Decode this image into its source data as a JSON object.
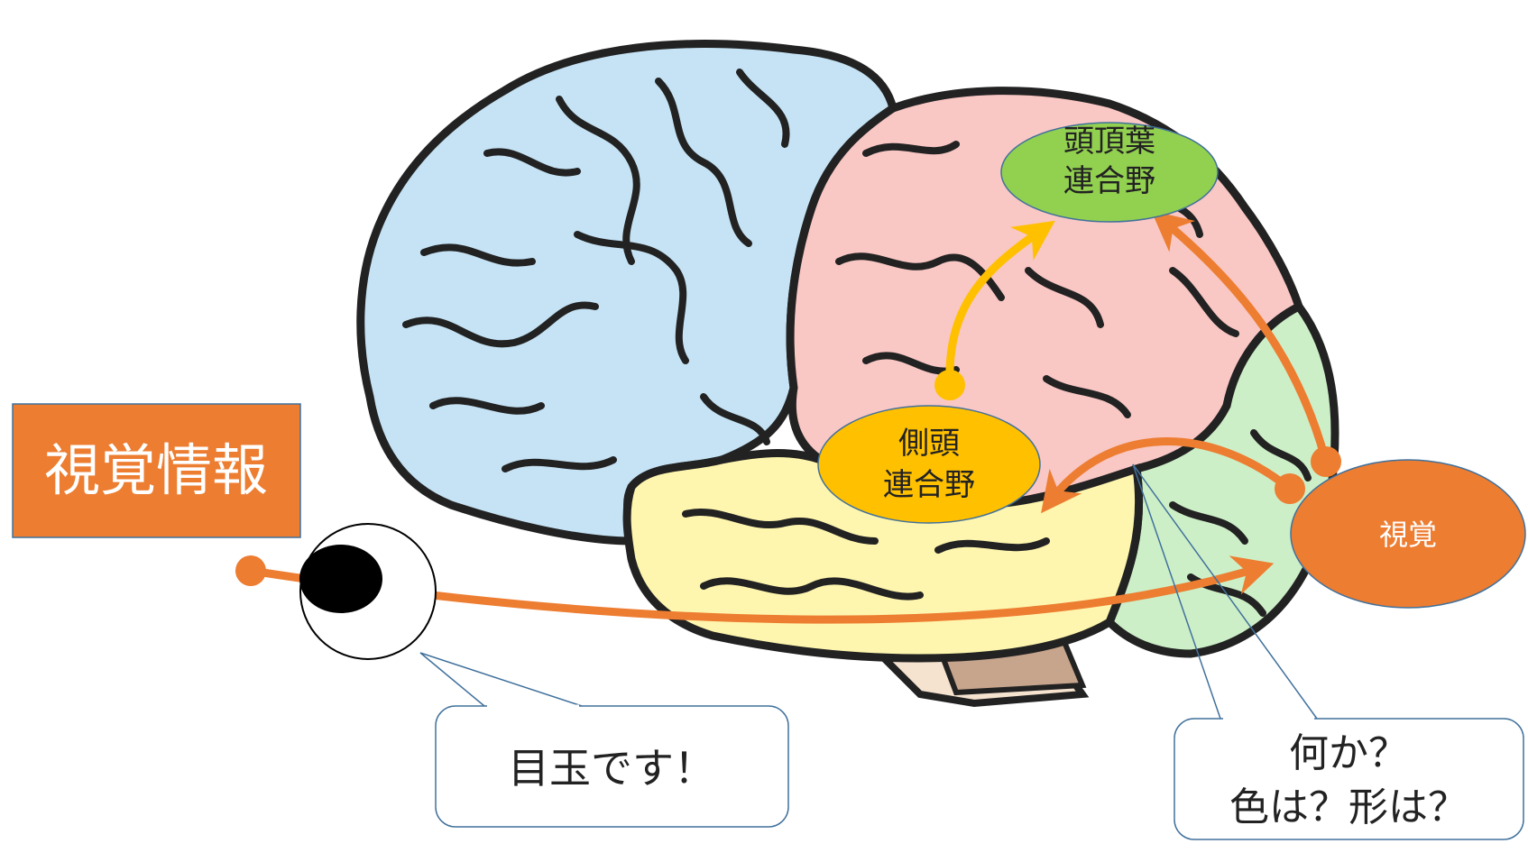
{
  "title_box": {
    "label": "視覚情報",
    "color": "#ED7D31"
  },
  "nodes": {
    "parietal": {
      "line1": "頭頂葉",
      "line2": "連合野",
      "color": "#92D050"
    },
    "temporal": {
      "line1": "側頭",
      "line2": "連合野",
      "color": "#FFC000"
    },
    "visual": {
      "label": "視覚",
      "color": "#ED7D31"
    }
  },
  "callouts": {
    "eye": {
      "text": "目玉です！"
    },
    "question": {
      "line1": "何か？",
      "line2": "色は？形は？"
    }
  },
  "brain_regions": {
    "frontal": "#C5E3F5",
    "parietal": "#F9C7C4",
    "temporal": "#FEF6AE",
    "occipital": "#CDEFC7"
  },
  "arrow_colors": {
    "orange": "#ED7D31",
    "yellow": "#FFC000"
  }
}
